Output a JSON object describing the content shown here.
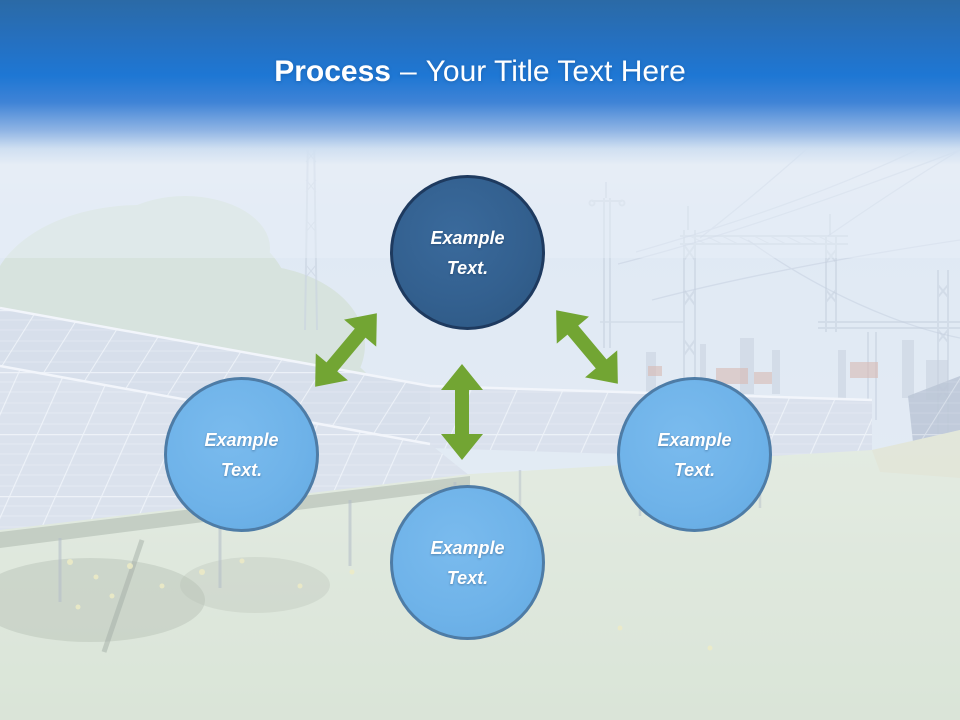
{
  "title": {
    "emphasis": "Process",
    "separator": "–",
    "text": "Your Title Text Here"
  },
  "diagram": {
    "nodes": [
      {
        "id": "top",
        "line1": "Example",
        "line2": "Text.",
        "style": "dark"
      },
      {
        "id": "left",
        "line1": "Example",
        "line2": "Text.",
        "style": "light"
      },
      {
        "id": "bottom",
        "line1": "Example",
        "line2": "Text.",
        "style": "light"
      },
      {
        "id": "right",
        "line1": "Example",
        "line2": "Text.",
        "style": "light"
      }
    ],
    "connectors": [
      {
        "icon": "double-arrow-icon",
        "direction": "diagonal-top-to-left"
      },
      {
        "icon": "double-arrow-icon",
        "direction": "vertical-top-to-bottom"
      },
      {
        "icon": "double-arrow-icon",
        "direction": "diagonal-top-to-right"
      }
    ]
  },
  "background": {
    "scene_icon": "solar-panel-field-photo"
  },
  "colors": {
    "header_top": "#2B6AA6",
    "header_bright": "#1E77D4",
    "node_dark_fill": "#33608F",
    "node_dark_border": "#1E3A5F",
    "node_light_fill": "#6FB3E9",
    "node_light_border": "#4E7CA6",
    "arrow_green": "#72A533",
    "title_text": "#FFFFFF"
  }
}
